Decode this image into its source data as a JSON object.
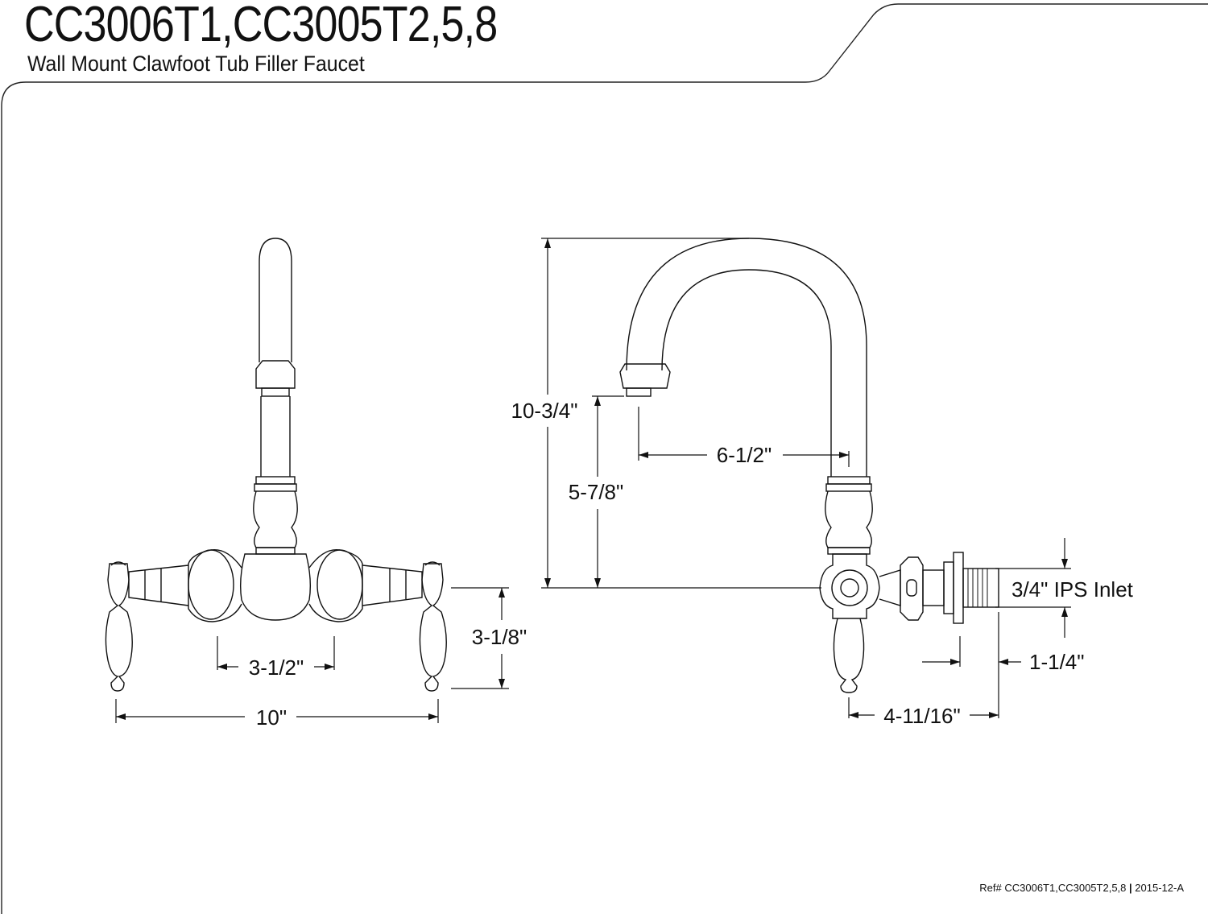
{
  "title": "CC3006T1,CC3005T2,5,8",
  "subtitle": "Wall Mount Clawfoot Tub Filler Faucet",
  "footer": {
    "ref_label": "Ref#",
    "ref_models": "CC3006T1,CC3005T2,5,8",
    "separator": "|",
    "revision": "2015-12-A"
  },
  "front_view": {
    "dim_overall_width": "10\"",
    "dim_center_spacing": "3-1/2\"",
    "dim_handle_height": "3-1/8\""
  },
  "side_view": {
    "dim_total_height": "10-3/4\"",
    "dim_spout_clearance": "5-7/8\"",
    "dim_spout_reach": "6-1/2\"",
    "dim_inlet_label": "3/4\" IPS Inlet",
    "dim_inlet_length": "1-1/4\"",
    "dim_wall_offset": "4-11/16\""
  }
}
